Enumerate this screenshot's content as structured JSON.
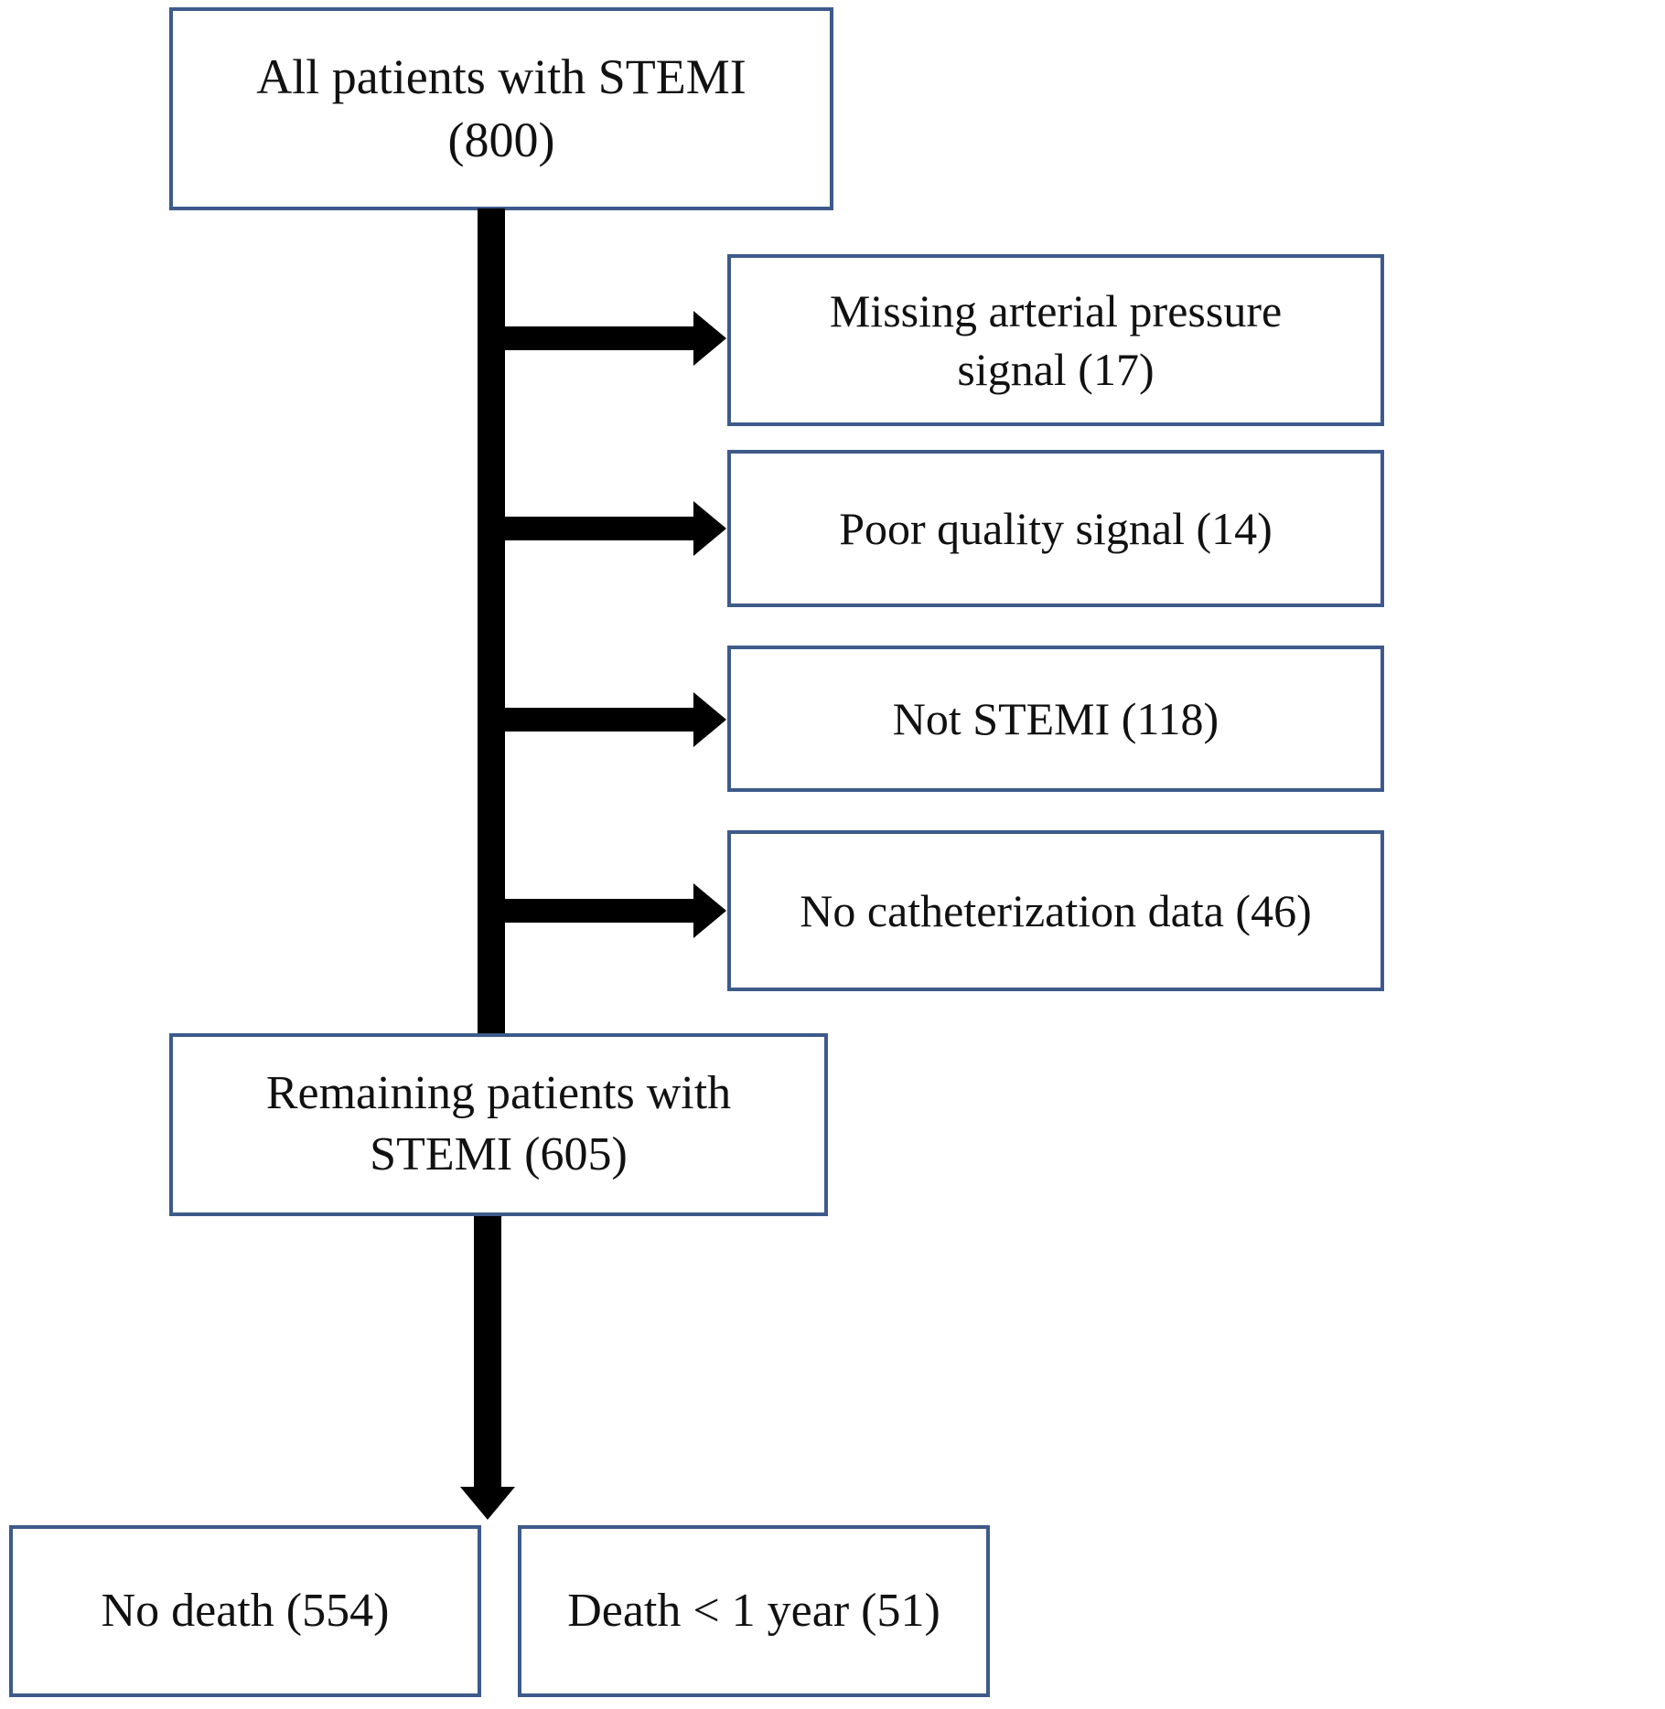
{
  "diagram": {
    "type": "patient-flow-chart",
    "accent_color": "#3d5a8a",
    "connector_color": "#000000",
    "background": "#ffffff",
    "nodes": {
      "all_patients": {
        "label": "All patients with STEMI\n(800)",
        "count": 800
      },
      "missing_signal": {
        "label": "Missing arterial pressure\nsignal (17)",
        "count": 17
      },
      "poor_quality": {
        "label": "Poor quality signal (14)",
        "count": 14
      },
      "not_stemi": {
        "label": "Not STEMI (118)",
        "count": 118
      },
      "no_catheterization": {
        "label": "No catheterization data (46)",
        "count": 46
      },
      "remaining": {
        "label": "Remaining patients with\nSTEMI (605)",
        "count": 605
      },
      "no_death": {
        "label": "No death (554)",
        "count": 554
      },
      "death_within_1_year": {
        "label": "Death < 1 year  (51)",
        "count": 51
      }
    }
  }
}
